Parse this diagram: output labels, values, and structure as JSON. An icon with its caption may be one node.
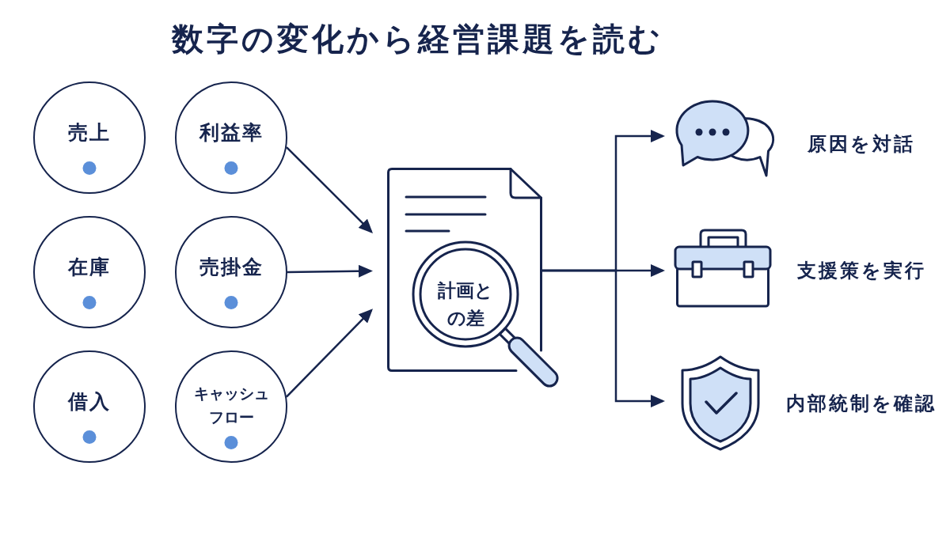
{
  "diagram": {
    "title": "数字の変化から経営課題を読む",
    "nodes": [
      {
        "text": [
          "売上"
        ]
      },
      {
        "text": [
          "利益率"
        ]
      },
      {
        "text": [
          "在庫"
        ]
      },
      {
        "text": [
          "売掛金"
        ]
      },
      {
        "text": [
          "借入"
        ]
      },
      {
        "text": [
          "キャッシュフロー"
        ]
      },
      {
        "text": [
          "計画との差"
        ]
      },
      {
        "text": [],
        "shape": "picture",
        "beside": [
          "原因を対話"
        ]
      },
      {
        "text": [],
        "shape": "picture",
        "beside": [
          "支援策を実行"
        ]
      },
      {
        "text": [],
        "shape": "picture",
        "beside": [
          "内部統制を確認"
        ]
      }
    ],
    "edges": [
      {
        "from": 1,
        "to": 6,
        "arrow": "to"
      },
      {
        "from": 3,
        "to": 6,
        "arrow": "to"
      },
      {
        "from": 5,
        "to": 6,
        "arrow": "to"
      },
      {
        "from": 6,
        "to": 7,
        "arrow": "to"
      },
      {
        "from": 6,
        "to": 8,
        "arrow": "to"
      },
      {
        "from": 6,
        "to": 9,
        "arrow": "to"
      }
    ]
  }
}
